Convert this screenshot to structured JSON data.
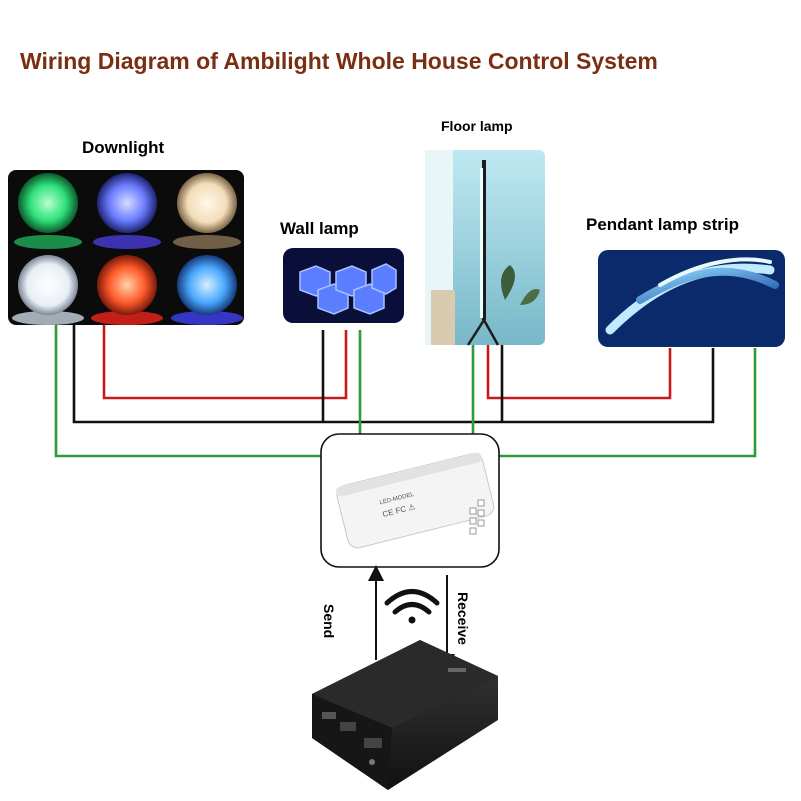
{
  "title": "Wiring Diagram of Ambilight Whole House Control System",
  "labels": {
    "downlight": "Downlight",
    "wall_lamp": "Wall lamp",
    "floor_lamp": "Floor lamp",
    "pendant_strip": "Pendant lamp strip"
  },
  "signals": {
    "send": "Send",
    "receive": "Receive"
  },
  "wire_colors": {
    "red": "#c8191b",
    "black": "#111111",
    "green": "#2e9a3a"
  },
  "downlight_colors": [
    "#2fe07a",
    "#6a7cff",
    "#f3dcb8",
    "#ffffff",
    "#ff5a2a",
    "#4aa8ff"
  ],
  "controller_markings": {
    "model": "LED-MODEL",
    "marks": "CE FC ⚠"
  }
}
